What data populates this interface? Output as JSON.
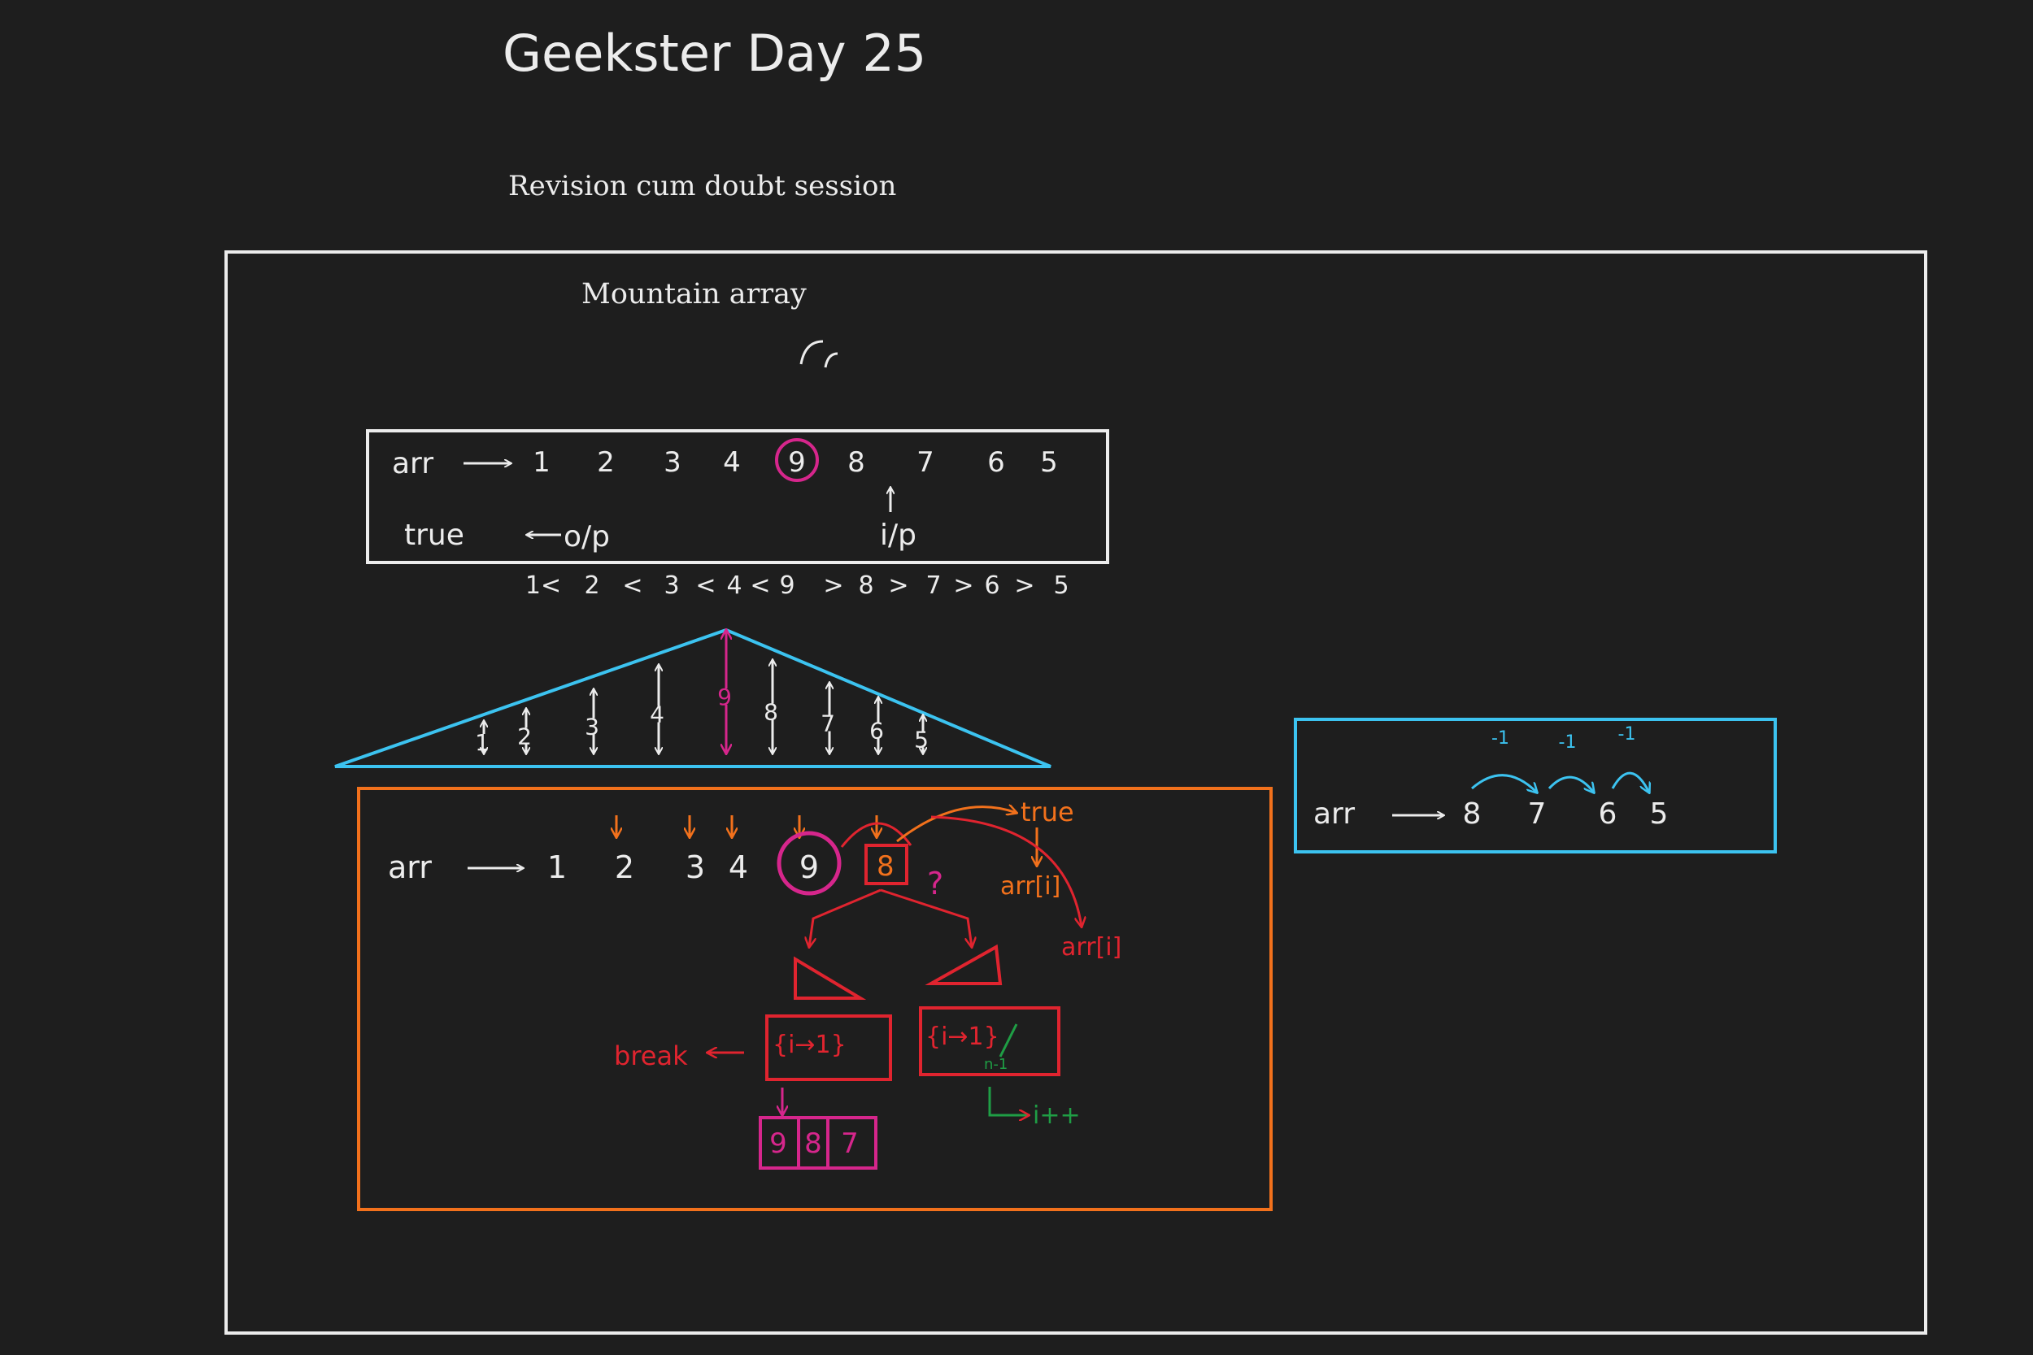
{
  "board": {
    "title": "Geekster Day 25",
    "subtitle": "Revision cum doubt session",
    "section_title": "Mountain array"
  },
  "colors": {
    "background": "#1e1e1e",
    "ink": "#ececec",
    "magenta": "#d6268c",
    "orange": "#f2711c",
    "red": "#e0242f",
    "cyan": "#3cc3f0",
    "green": "#1f9e45"
  },
  "example_box": {
    "arr_label": "arr",
    "values": [
      "1",
      "2",
      "3",
      "4",
      "9",
      "8",
      "7",
      "6",
      "5"
    ],
    "peak_value": "9",
    "output_value": "true",
    "output_label": "o/p",
    "input_label": "i/p",
    "comparison": [
      "1<",
      "2",
      "<",
      "3",
      "<",
      "4",
      "<",
      "9",
      ">",
      "8",
      ">",
      "7",
      ">",
      "6",
      ">",
      "5"
    ]
  },
  "mountain": {
    "values": [
      "1",
      "2",
      "3",
      "4",
      "9",
      "8",
      "7",
      "6",
      "5"
    ],
    "peak": "9"
  },
  "logic_box": {
    "arr_label": "arr",
    "values": [
      "1",
      "2",
      "3",
      "4",
      "9",
      "8"
    ],
    "peak": "9",
    "check_value": "8",
    "question": "?",
    "true_label": "true",
    "arr_i_label": "arr[i]",
    "arr_i_label_2": "arr[i]",
    "break_label": "break",
    "left_loop": "{i→1}",
    "right_loop": "{i→1}",
    "n_minus_1": "n-1",
    "increment": "i++",
    "result_cells": [
      "9",
      "8",
      "7"
    ]
  },
  "decrement_box": {
    "arr_label": "arr",
    "values": [
      "8",
      "7",
      "6",
      "5"
    ],
    "step_label": "-1"
  }
}
